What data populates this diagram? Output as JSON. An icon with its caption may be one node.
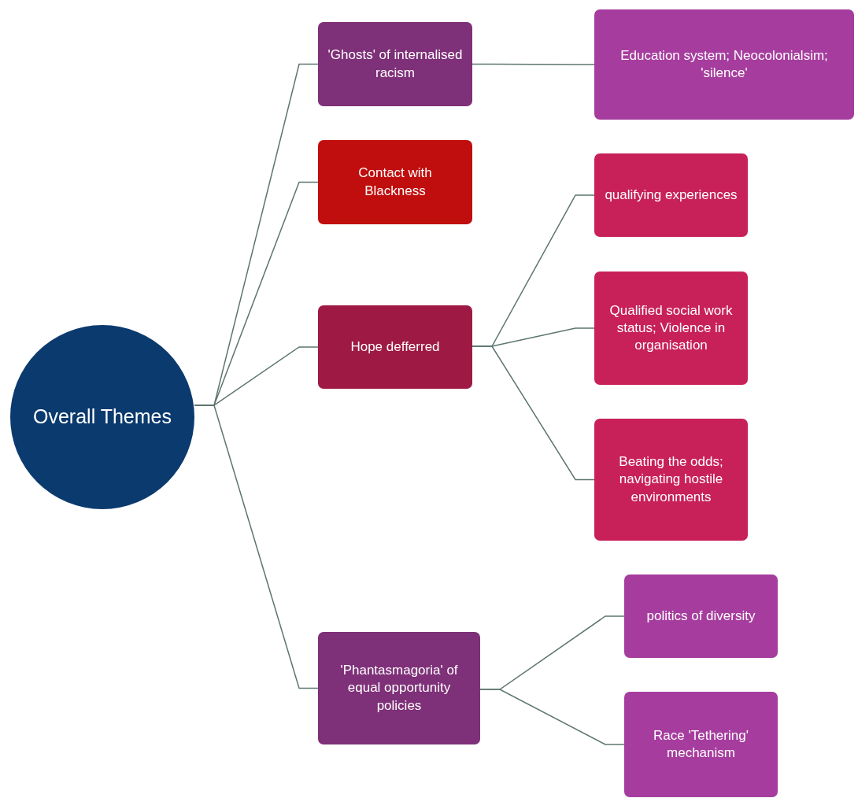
{
  "diagram": {
    "nodes": [
      {
        "text": [
          "Overall Themes"
        ]
      },
      {
        "text": [
          "'Ghosts' of internalised racism"
        ]
      },
      {
        "text": [
          "Education system; Neocolonialsim; 'silence'"
        ]
      },
      {
        "text": [
          "Contact with Blackness"
        ]
      },
      {
        "text": [
          "Hope defferred"
        ]
      },
      {
        "text": [
          "qualifying experiences"
        ]
      },
      {
        "text": [
          "Qualified social work status; Violence in organisation"
        ]
      },
      {
        "text": [
          "Beating the odds; navigating hostile environments"
        ]
      },
      {
        "text": [
          "'Phantasmagoria' of equal opportunity policies"
        ]
      },
      {
        "text": [
          "politics of diversity"
        ]
      },
      {
        "text": [
          "Race 'Tethering' mechanism"
        ]
      }
    ],
    "edges": [
      {
        "from": 0,
        "to": 1,
        "arrow": "none"
      },
      {
        "from": 1,
        "to": 2,
        "arrow": "none"
      },
      {
        "from": 0,
        "to": 3,
        "arrow": "none"
      },
      {
        "from": 0,
        "to": 4,
        "arrow": "none"
      },
      {
        "from": 4,
        "to": 5,
        "arrow": "none"
      },
      {
        "from": 4,
        "to": 6,
        "arrow": "none"
      },
      {
        "from": 4,
        "to": 7,
        "arrow": "none"
      },
      {
        "from": 0,
        "to": 8,
        "arrow": "none"
      },
      {
        "from": 8,
        "to": 9,
        "arrow": "none"
      },
      {
        "from": 8,
        "to": 10,
        "arrow": "none"
      }
    ]
  }
}
